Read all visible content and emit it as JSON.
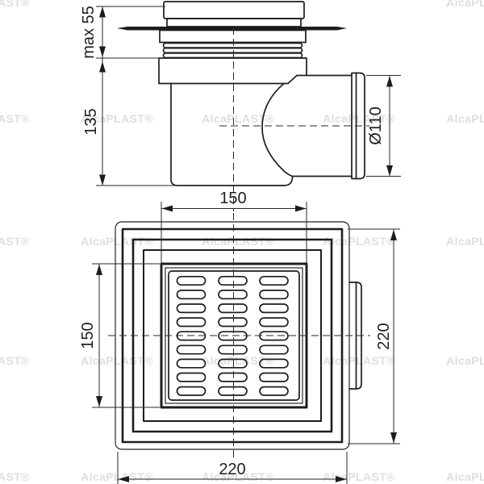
{
  "drawing": {
    "background_color": "#ffffff",
    "line_color": "#1d1d1d",
    "watermark": {
      "text": "AlcaPLAST®",
      "color": "#dedede"
    },
    "side_view": {
      "dim_installation_height": "max 55",
      "dim_body_height": "135",
      "dim_outlet_diameter": "Ø110"
    },
    "plan_view": {
      "dim_grate_width": "150",
      "dim_grate_height": "150",
      "dim_body_depth": "220",
      "dim_body_width": "220"
    }
  }
}
